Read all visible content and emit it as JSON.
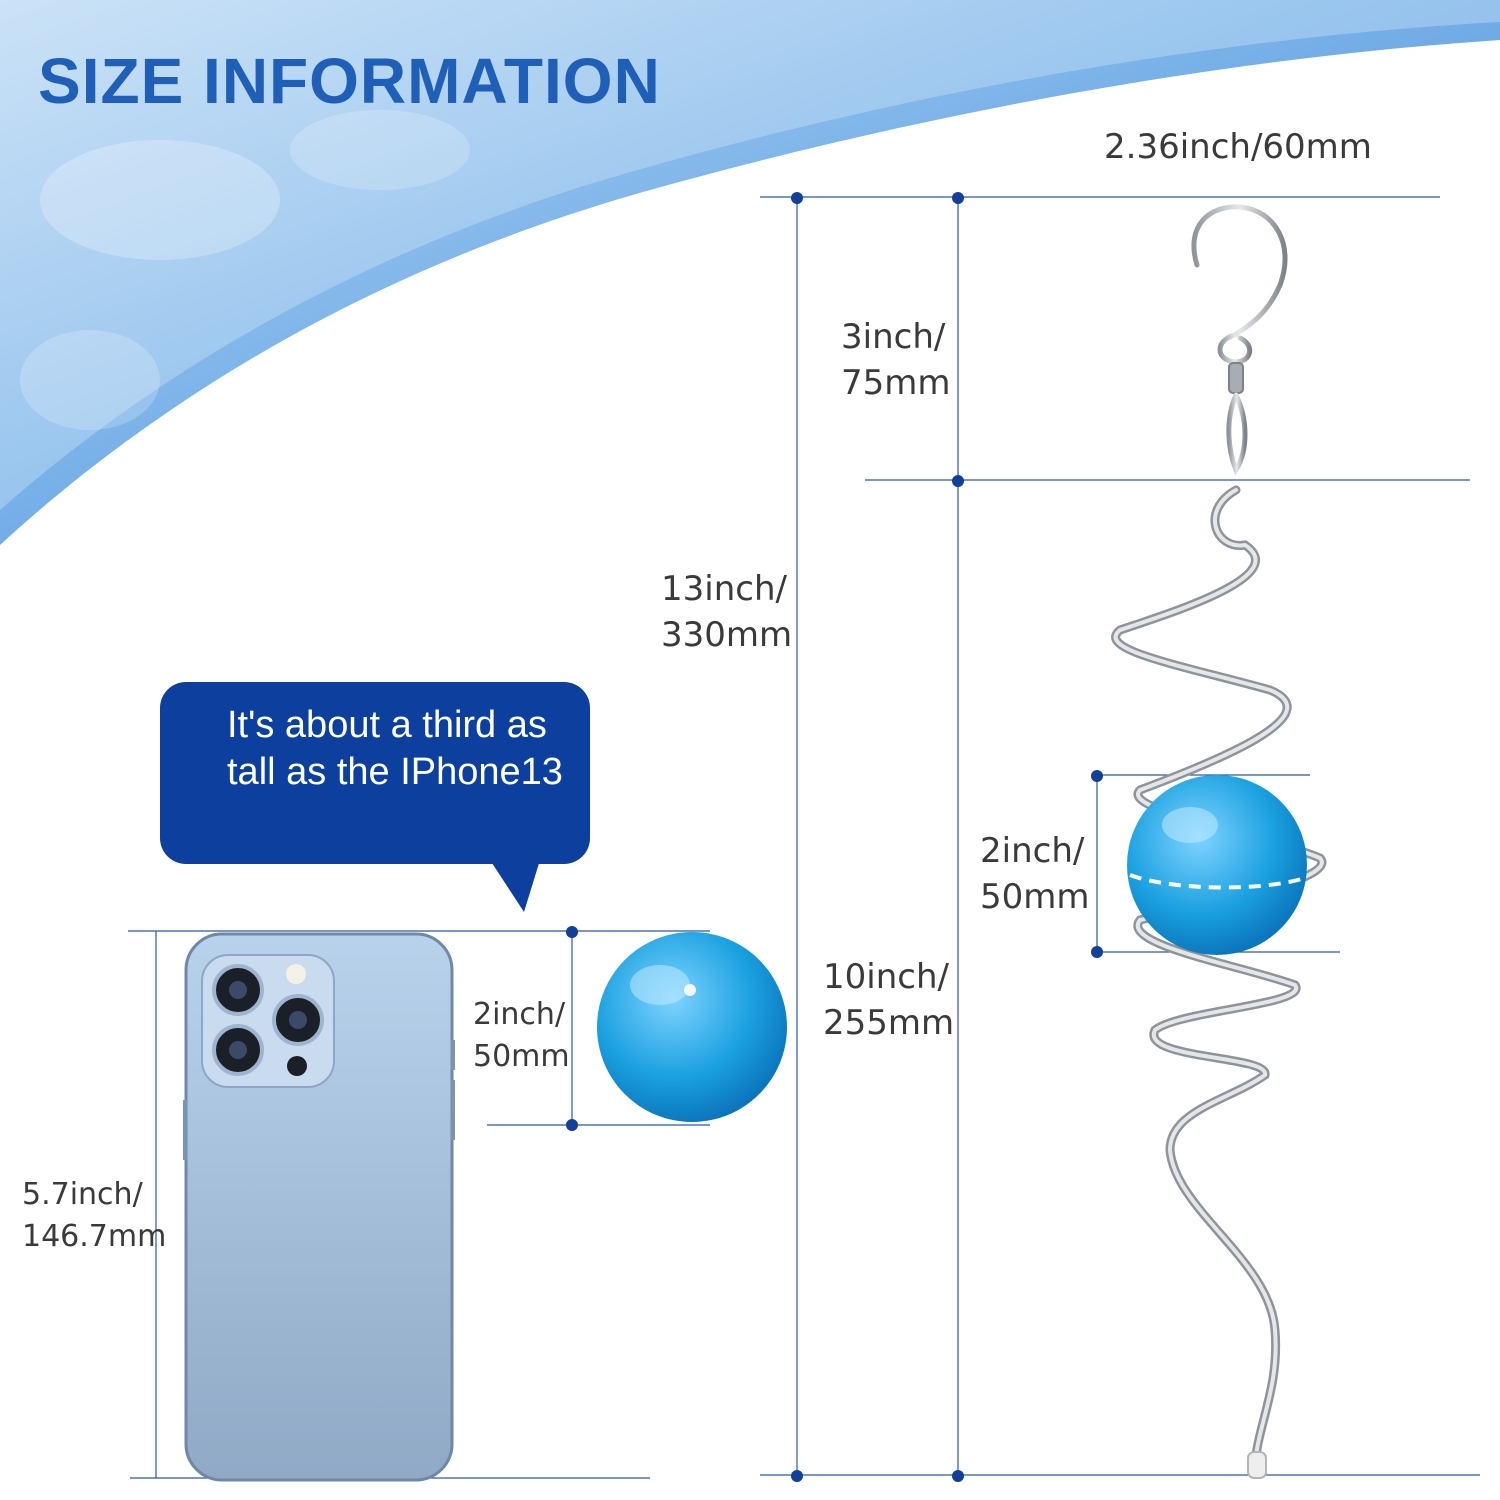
{
  "header": {
    "title": "SIZE INFORMATION"
  },
  "callout": {
    "text": "It's about a third as tall as the IPhone13"
  },
  "dimensions": {
    "spinner_width": "2.36inch/60mm",
    "hook_length": "3inch/\n75mm",
    "total_length": "13inch/\n330mm",
    "spiral_length": "10inch/\n255mm",
    "ball_in_spiral": "2inch/\n50mm",
    "ball_beside_phone": "2inch/\n50mm",
    "phone_height": "5.7inch/\n146.7mm"
  },
  "colors": {
    "title": "#1f5fb8",
    "callout_bg": "#0d3f9e",
    "dimension_line": "#2d57a8",
    "ball": "#1aa0e0",
    "phone": "#a9c3df",
    "water": "#4a8fd6"
  },
  "icons": [
    "phone-icon",
    "glass-ball-icon",
    "spiral-spinner-icon",
    "hook-icon"
  ]
}
